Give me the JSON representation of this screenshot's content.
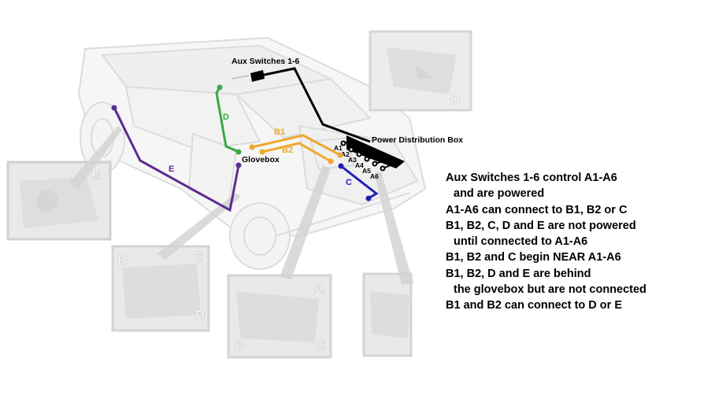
{
  "labels": {
    "aux_switches": "Aux Switches 1-6",
    "pdb": "Power Distribution Box",
    "glovebox": "Glovebox",
    "wire_d": "D",
    "wire_e": "E",
    "wire_b1": "B1",
    "wire_b2": "B2",
    "wire_c": "C",
    "terminals": [
      "A1",
      "A2",
      "A3",
      "A4",
      "A5",
      "A6"
    ]
  },
  "insets": {
    "left_e": "E",
    "top_right_d": "D",
    "bottom_b": "B",
    "bottom_e": "E",
    "bottom_d": "D",
    "center_a": "A",
    "center_b": "B",
    "center_c": "C"
  },
  "notes": [
    "Aux Switches 1-6 control A1-A6",
    "and are powered",
    "A1-A6 can connect to B1, B2 or C",
    "B1, B2, C, D and E are not powered",
    "until connected to A1-A6",
    "B1, B2 and C begin NEAR A1-A6",
    "B1, B2, D and E are behind",
    "the glovebox but are not connected",
    "B1 and B2 can connect to D or E"
  ],
  "colors": {
    "wire_d": "#3aa845",
    "wire_e": "#5b2d8e",
    "wire_b": "#f0a830",
    "wire_c": "#1f1fb4",
    "wire_aux": "#000000"
  }
}
